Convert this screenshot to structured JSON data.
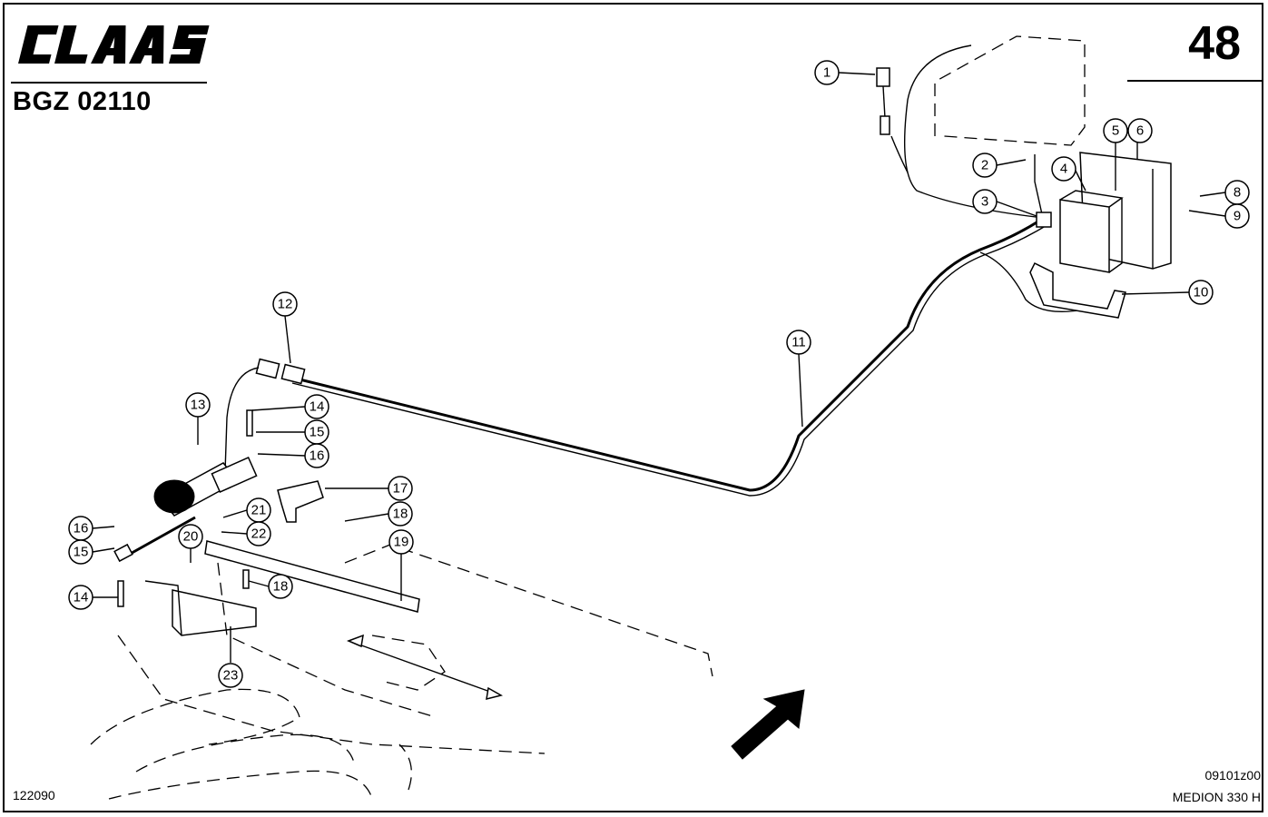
{
  "header": {
    "brand": "CLAAS",
    "group_code": "BGZ 02110",
    "page_number": "48"
  },
  "footer": {
    "left_code": "122090",
    "drawing_ref": "09101z00",
    "model": "MEDION 330 H"
  },
  "callouts": [
    {
      "id": "c1",
      "label": "1"
    },
    {
      "id": "c2",
      "label": "2"
    },
    {
      "id": "c3",
      "label": "3"
    },
    {
      "id": "c4",
      "label": "4"
    },
    {
      "id": "c5",
      "label": "5"
    },
    {
      "id": "c6",
      "label": "6"
    },
    {
      "id": "c8",
      "label": "8"
    },
    {
      "id": "c9",
      "label": "9"
    },
    {
      "id": "c10",
      "label": "10"
    },
    {
      "id": "c11",
      "label": "11"
    },
    {
      "id": "c12",
      "label": "12"
    },
    {
      "id": "c13",
      "label": "13"
    },
    {
      "id": "c14a",
      "label": "14"
    },
    {
      "id": "c15a",
      "label": "15"
    },
    {
      "id": "c16a",
      "label": "16"
    },
    {
      "id": "c17",
      "label": "17"
    },
    {
      "id": "c18a",
      "label": "18"
    },
    {
      "id": "c19",
      "label": "19"
    },
    {
      "id": "c16b",
      "label": "16"
    },
    {
      "id": "c15b",
      "label": "15"
    },
    {
      "id": "c20",
      "label": "20"
    },
    {
      "id": "c21",
      "label": "21"
    },
    {
      "id": "c22",
      "label": "22"
    },
    {
      "id": "c18b",
      "label": "18"
    },
    {
      "id": "c14b",
      "label": "14"
    },
    {
      "id": "c23",
      "label": "23"
    }
  ]
}
